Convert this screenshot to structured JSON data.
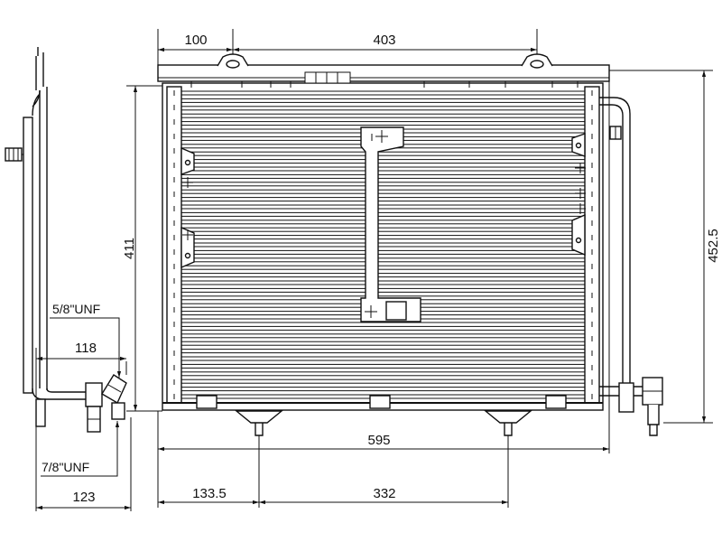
{
  "drawing": {
    "dimensions": {
      "top_left_to_mount": "100",
      "mount_spacing": "403",
      "core_height": "411",
      "overall_height": "452.5",
      "overall_width": "595",
      "left_to_pin": "133.5",
      "pin_spacing": "332",
      "fitting_offset": "118",
      "side_depth": "123"
    },
    "callouts": {
      "upper_fitting_thread": "5/8\"UNF",
      "lower_fitting_thread": "7/8\"UNF"
    }
  },
  "colors": {
    "line": "#111111",
    "background": "#ffffff"
  }
}
